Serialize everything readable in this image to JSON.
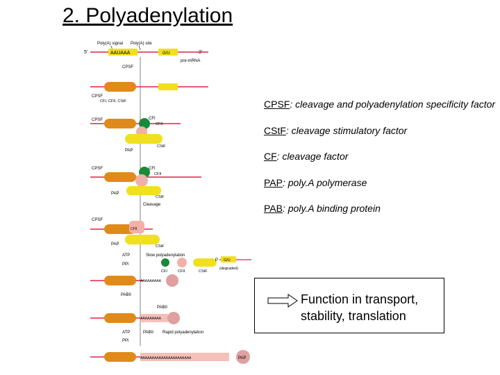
{
  "title": "2. Polyadenylation",
  "diagram": {
    "top_labels": {
      "signal": "Poly(A) signal",
      "site": "Poly(A) site",
      "five_prime": "5'",
      "three_prime": "3'",
      "aauaaa": "AAUAAA",
      "gu": "G/U",
      "pre_mrna": "pre-mRNA"
    },
    "step_labels": [
      "CPSF",
      "CPSF",
      "CFI, CFII, CStF",
      "CPSF",
      "CFI",
      "CFII",
      "CStF",
      "PAP",
      "CPSF",
      "CFI",
      "CFII",
      "PAP",
      "CStF",
      "Cleavage",
      "CPSF",
      "CFII",
      "PAP",
      "CStF",
      "ATP",
      "PPi",
      "Slow polyadenylation",
      "CFI",
      "CFII",
      "CStF",
      "P",
      "G/U",
      "(degraded)",
      "PABII",
      "PABII",
      "ATP",
      "PABII",
      "Rapid polyadenylation",
      "PPi",
      "PAP",
      "AAAAAAAAA",
      "AAAAAAAAA",
      "AAAAAAAAAAAAAAAAAAAAAA"
    ]
  },
  "definitions": [
    {
      "abbr": "CPSF",
      "text": ": cleavage and polyadenylation specificity factor"
    },
    {
      "abbr": "CStF",
      "text": ": cleavage stimulatory factor"
    },
    {
      "abbr": "CF",
      "text": ": cleavage factor"
    },
    {
      "abbr": "PAP",
      "text": ": poly.A polymerase"
    },
    {
      "abbr": "PAB",
      "text": ": poly.A binding protein"
    }
  ],
  "function_box": {
    "line1": "Function in transport,",
    "line2": "stability, translation"
  },
  "colors": {
    "rna": "#e0204a",
    "cpsf": "#e08a1a",
    "cstf": "#f0e020",
    "cfi": "#1a8a3a",
    "cfii": "#f2b0a8",
    "pap": "#e0a0a0"
  }
}
